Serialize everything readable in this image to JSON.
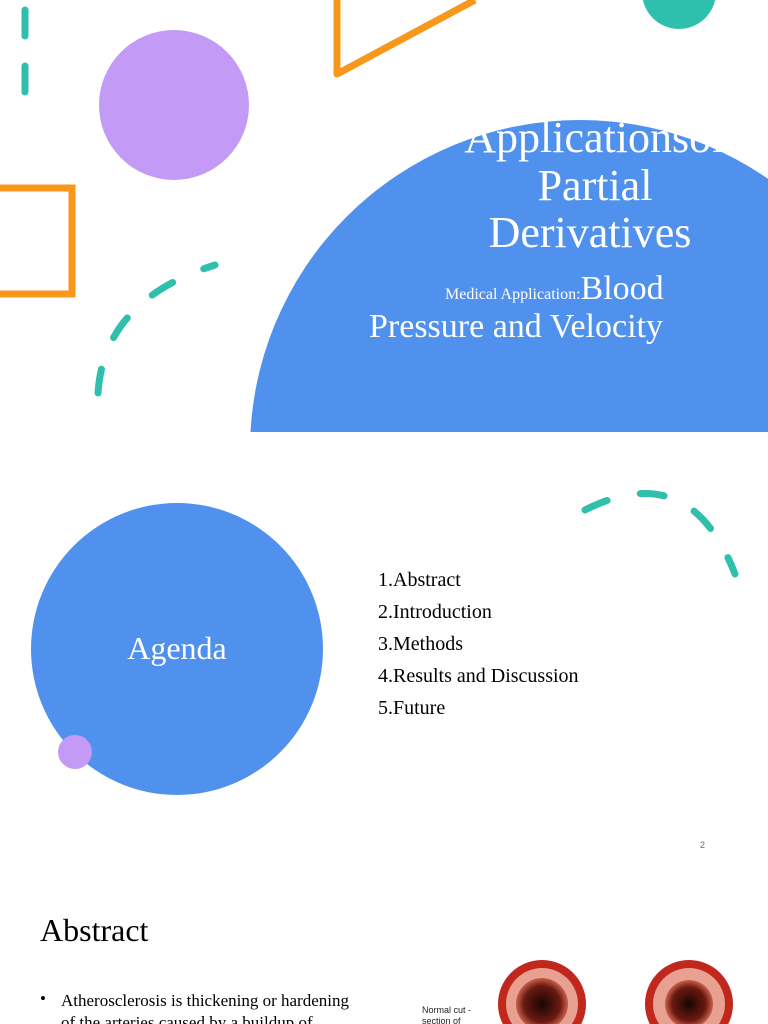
{
  "slide1": {
    "title_line1": "Applicationsof",
    "title_line2": "Partial",
    "title_line3": "Derivatives",
    "subtitle_small": "Medical Application:",
    "subtitle_large": "Blood",
    "subtitle_line2": "Pressure and Velocity",
    "colors": {
      "blue": "#5191ee",
      "purple": "#c39bf6",
      "orange": "#f7981d",
      "teal": "#2fbfad"
    }
  },
  "slide2": {
    "heading": "Agenda",
    "items": [
      "1.Abstract",
      "2.Introduction",
      "3.Methods",
      "4.Results and Discussion",
      "5.Future"
    ],
    "page_number": "2"
  },
  "slide3": {
    "heading": "Abstract",
    "bullet_line1": "Atherosclerosis is thickening or hardening",
    "bullet_line2": "of the arteries caused by a buildup of",
    "image_caption_1": "Normal cut -",
    "image_caption_2": "section of"
  }
}
